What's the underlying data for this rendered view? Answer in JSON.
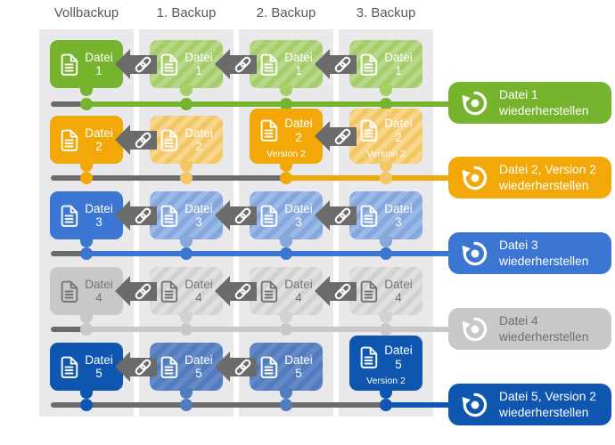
{
  "header": {
    "columns": [
      "Vollbackup",
      "1. Backup",
      "2. Backup",
      "3. Backup"
    ]
  },
  "colors": {
    "green": "#76b42d",
    "orange": "#f2a808",
    "blue": "#3b76d2",
    "gray": "#c8c8c8",
    "navy": "#0e56b0",
    "arrow_gray": "#6b6b6b",
    "column_bg": "#e9e9eb",
    "header_text": "#55585c"
  },
  "icons": {
    "document": "document-icon",
    "chain": "chain-link-icon",
    "restore": "restore-arrow-icon"
  },
  "rows": [
    {
      "theme": "green",
      "restore_from_column": 1,
      "cells": [
        {
          "variant": "solid",
          "title": "Datei",
          "num": "1"
        },
        {
          "variant": "hatch",
          "title": "Datei",
          "num": "1"
        },
        {
          "variant": "hatch",
          "title": "Datei",
          "num": "1"
        },
        {
          "variant": "hatch",
          "title": "Datei",
          "num": "1"
        }
      ],
      "links": [
        true,
        true,
        true
      ],
      "pill": {
        "line1": "Datei 1",
        "line2": "wiederherstellen"
      }
    },
    {
      "theme": "orange",
      "restore_from_column": 3,
      "cells": [
        {
          "variant": "solid",
          "title": "Datei",
          "num": "2"
        },
        {
          "variant": "hatch",
          "title": "Datei",
          "num": "2"
        },
        {
          "variant": "solid",
          "title": "Datei",
          "num": "2",
          "version": "Version 2"
        },
        {
          "variant": "hatch",
          "title": "Datei",
          "num": "2",
          "version": "Version 2"
        }
      ],
      "links": [
        true,
        false,
        true
      ],
      "pill": {
        "line1": "Datei 2, Version 2",
        "line2": "wiederherstellen"
      }
    },
    {
      "theme": "blue",
      "restore_from_column": 1,
      "cells": [
        {
          "variant": "solid",
          "title": "Datei",
          "num": "3"
        },
        {
          "variant": "hatch",
          "title": "Datei",
          "num": "3"
        },
        {
          "variant": "hatch",
          "title": "Datei",
          "num": "3"
        },
        {
          "variant": "hatch",
          "title": "Datei",
          "num": "3"
        }
      ],
      "links": [
        true,
        true,
        true
      ],
      "pill": {
        "line1": "Datei 3",
        "line2": "wiederherstellen"
      }
    },
    {
      "theme": "gray",
      "restore_from_column": 1,
      "cells": [
        {
          "variant": "solid",
          "title": "Datei",
          "num": "4"
        },
        {
          "variant": "hatch",
          "title": "Datei",
          "num": "4"
        },
        {
          "variant": "hatch",
          "title": "Datei",
          "num": "4"
        },
        {
          "variant": "hatch",
          "title": "Datei",
          "num": "4"
        }
      ],
      "links": [
        true,
        true,
        true
      ],
      "pill": {
        "line1": "Datei 4",
        "line2": "wiederherstellen"
      }
    },
    {
      "theme": "navy",
      "restore_from_column": 4,
      "cells": [
        {
          "variant": "solid",
          "title": "Datei",
          "num": "5"
        },
        {
          "variant": "hatch",
          "title": "Datei",
          "num": "5"
        },
        {
          "variant": "hatch",
          "title": "Datei",
          "num": "5"
        },
        {
          "variant": "solid",
          "title": "Datei",
          "num": "5",
          "version": "Version 2"
        }
      ],
      "links": [
        true,
        true,
        false
      ],
      "pill": {
        "line1": "Datei 5, Version 2",
        "line2": "wiederherstellen"
      }
    }
  ]
}
